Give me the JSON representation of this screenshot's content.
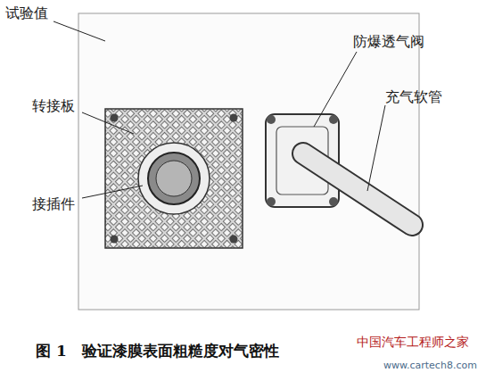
{
  "diagram": {
    "caption": "图 1　验证漆膜表面粗糙度对气密性",
    "labels": [
      "试验值",
      "转接板",
      "接插件",
      "防爆透气阀",
      "充气软管",
      "中国汽车工程师之家",
      "www.cartech8.com"
    ]
  }
}
